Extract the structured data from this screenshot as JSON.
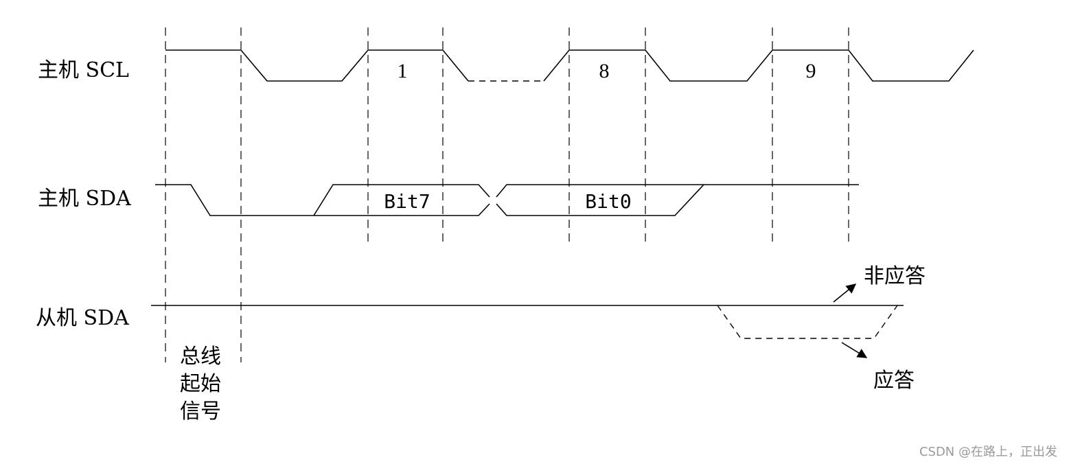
{
  "signals": {
    "scl_label": "主机 SCL",
    "host_sda_label": "主机 SDA",
    "slave_sda_label": "从机 SDA"
  },
  "scl_pulses": [
    "1",
    "8",
    "9"
  ],
  "sda_bits": [
    "Bit7",
    "Bit0"
  ],
  "annotations": {
    "start_signal": [
      "总线",
      "起始",
      "信号"
    ],
    "nack": "非应答",
    "ack": "应答"
  },
  "watermark": "CSDN @在路上，正出发"
}
